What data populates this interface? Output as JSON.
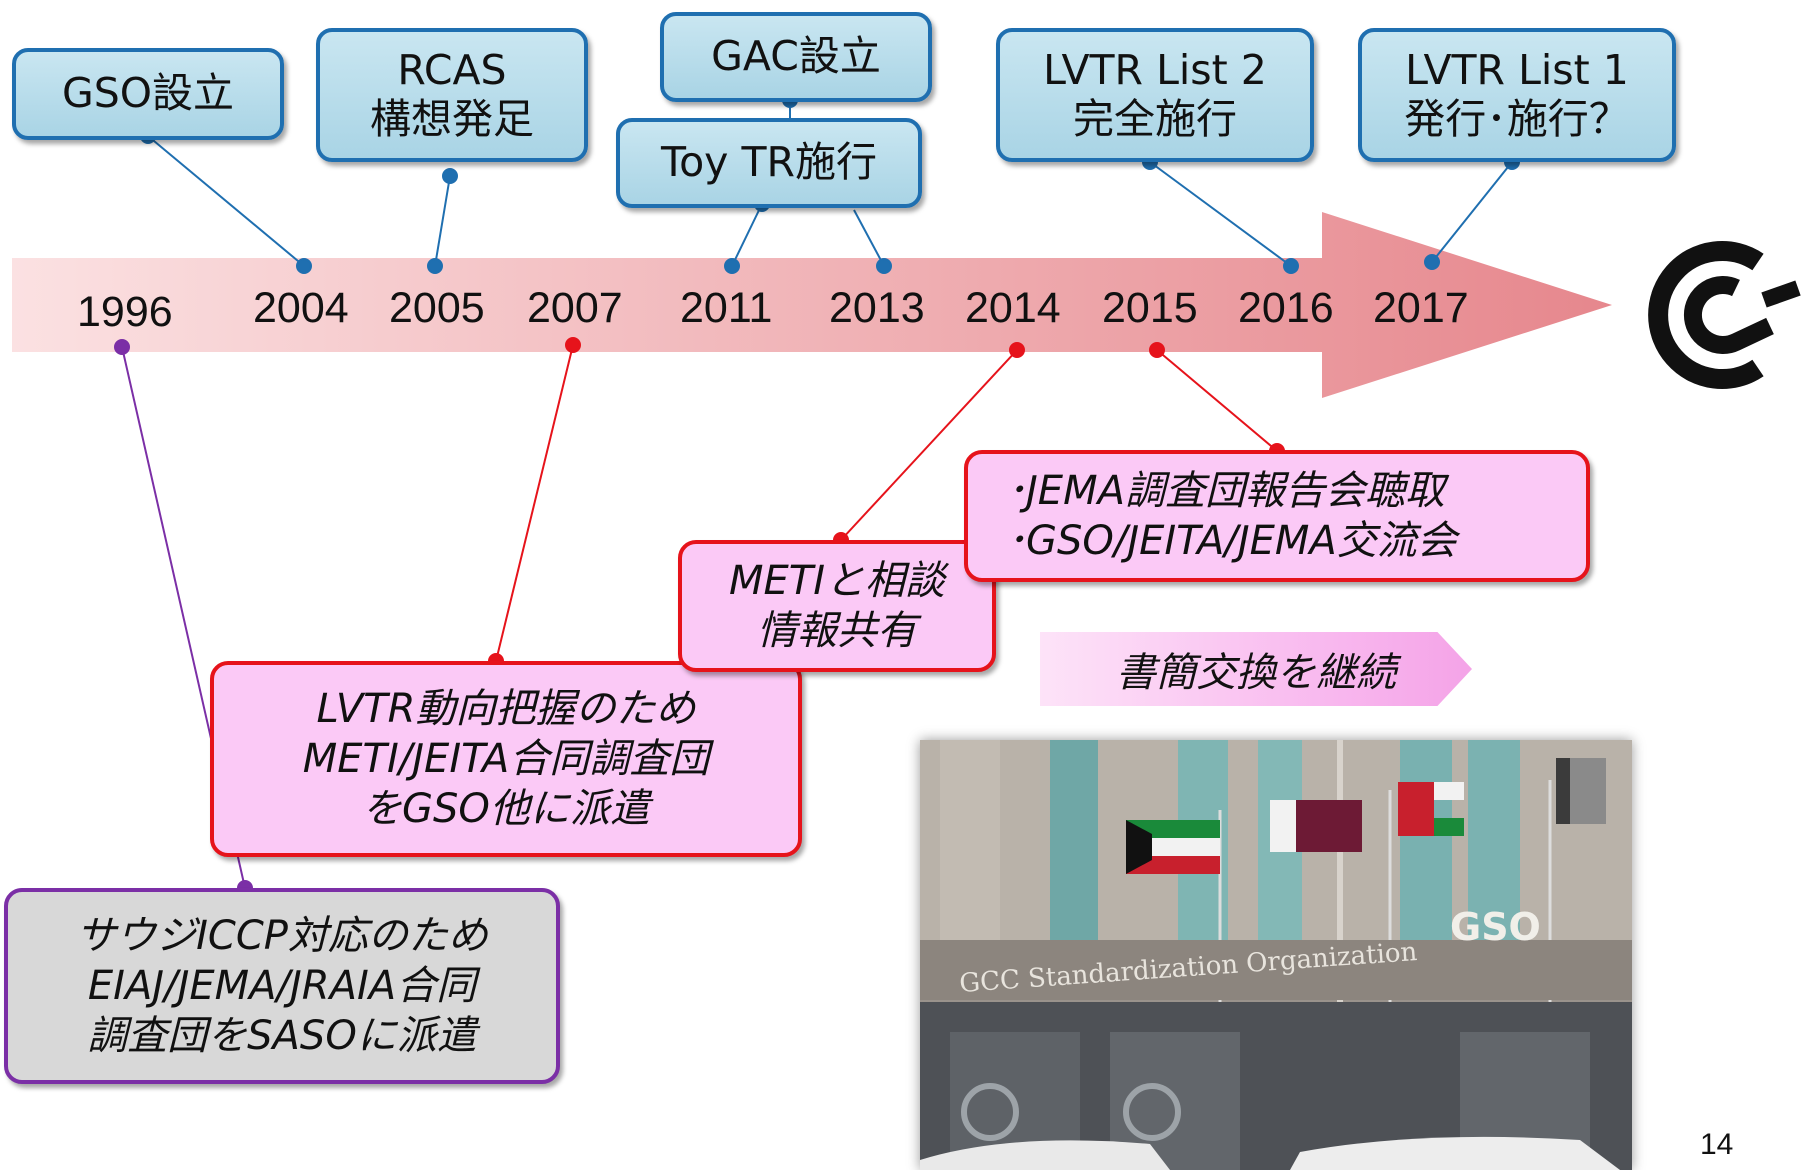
{
  "timeline": {
    "years": [
      "1996",
      "2004",
      "2005",
      "2007",
      "2011",
      "2013",
      "2014",
      "2015",
      "2016",
      "2017"
    ]
  },
  "events": [
    {
      "id": "gso",
      "text": "GSO設立"
    },
    {
      "id": "rcas",
      "text": "RCAS\n構想発足"
    },
    {
      "id": "gac",
      "text": "GAC設立"
    },
    {
      "id": "toy",
      "text": "Toy TR施行"
    },
    {
      "id": "lvtr2",
      "text": "LVTR List 2\n完全施行"
    },
    {
      "id": "lvtr1",
      "text": "LVTR List 1\n発行･施行？"
    }
  ],
  "actions": [
    {
      "id": "saso",
      "text": "サウジICCP対応のため\nEIAJ/JEMA/JRAIA合同\n調査団をSASOに派遣"
    },
    {
      "id": "lvtr_mission",
      "text": "LVTR動向把握のため\nMETI/JEITA合同調査団\nをGSO他に派遣"
    },
    {
      "id": "meti",
      "text": "METIと相談\n情報共有"
    },
    {
      "id": "jema",
      "text": "･JEMA調査団報告会聴取\n･GSO/JEITA/JEMA交流会"
    }
  ],
  "continue_label": "書簡交換を継続",
  "photo": {
    "sign_main": "GCC Standardization Organization",
    "sign_gso": "GSO"
  },
  "page_number": "14",
  "colors": {
    "event_border": "#1f6fb0",
    "event_fill": "#b5dbea",
    "action_border": "#e6131b",
    "action_fill": "#fbc9f6",
    "saso_border": "#7b2fa6",
    "saso_fill": "#d8d8d8",
    "arrow": "#e88c92"
  }
}
